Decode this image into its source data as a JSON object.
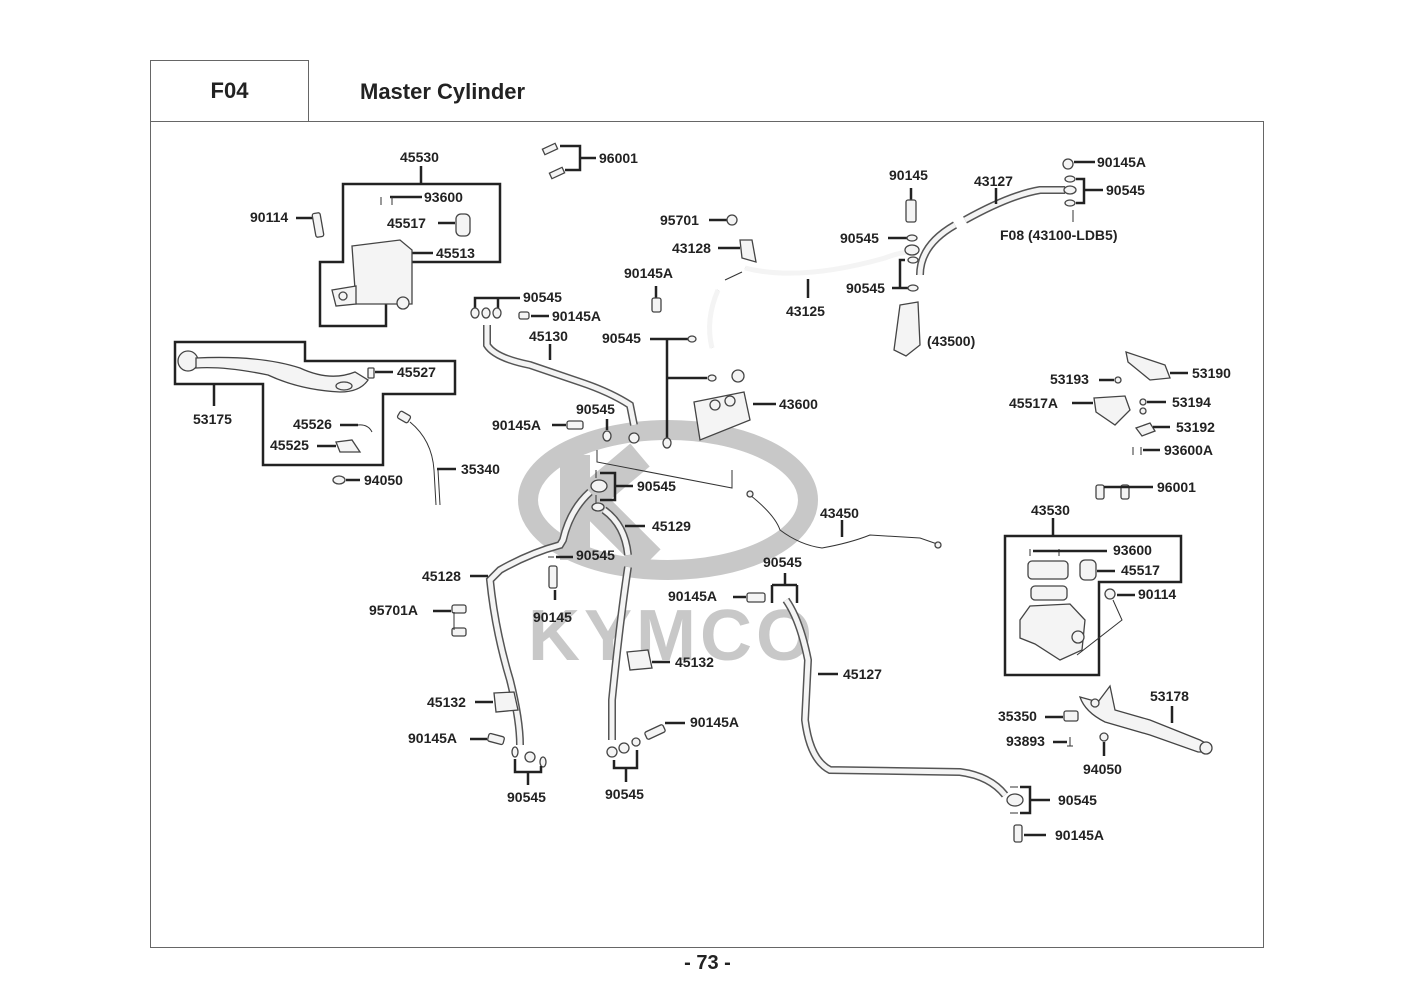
{
  "header": {
    "section_code": "F04",
    "title": "Master Cylinder"
  },
  "page_number": "- 73 -",
  "watermark": {
    "brand": "KYMCO",
    "color": "#c8c8c8"
  },
  "colors": {
    "frame": "#666666",
    "ink": "#222222"
  },
  "callouts": {
    "c45530": "45530",
    "c93600a": "93600",
    "c90114a": "90114",
    "c45517a": "45517",
    "c45513": "45513",
    "c96001a": "96001",
    "c95701": "95701",
    "c43128": "43128",
    "c90145Aa": "90145A",
    "c43125": "43125",
    "c90145": "90145",
    "c90545a": "90545",
    "c90545b": "90545",
    "c43127": "43127",
    "c90145Ab": "90145A",
    "c90545c": "90545",
    "cF08": "F08 (43100-LDB5)",
    "c43500": "(43500)",
    "c90545d": "90545",
    "c90145Ac": "90145A",
    "c45130": "45130",
    "c90545e": "90545",
    "c43600": "43600",
    "c90545f": "90545",
    "c90145Ad": "90145A",
    "c45527": "45527",
    "c53175": "53175",
    "c45526": "45526",
    "c45525": "45525",
    "c94050a": "94050",
    "c35340": "35340",
    "c53193": "53193",
    "c53190": "53190",
    "c45517A": "45517A",
    "c53194": "53194",
    "c53192": "53192",
    "c93600A": "93600A",
    "c96001b": "96001",
    "c43530": "43530",
    "c93600b": "93600",
    "c45517b": "45517",
    "c90114b": "90114",
    "c90545g": "90545",
    "c45129": "45129",
    "c90545h": "90545",
    "c45128": "45128",
    "c90145b": "90145",
    "c95701A": "95701A",
    "c43450": "43450",
    "c90545i": "90545",
    "c90145Ae": "90145A",
    "c45132a": "45132",
    "c45127": "45127",
    "c45132b": "45132",
    "c90145Af": "90145A",
    "c90145Ag": "90145A",
    "c90545j": "90545",
    "c90545k": "90545",
    "c53178": "53178",
    "c35350": "35350",
    "c93893": "93893",
    "c94050b": "94050",
    "c90545l": "90545",
    "c90145Ah": "90145A"
  }
}
